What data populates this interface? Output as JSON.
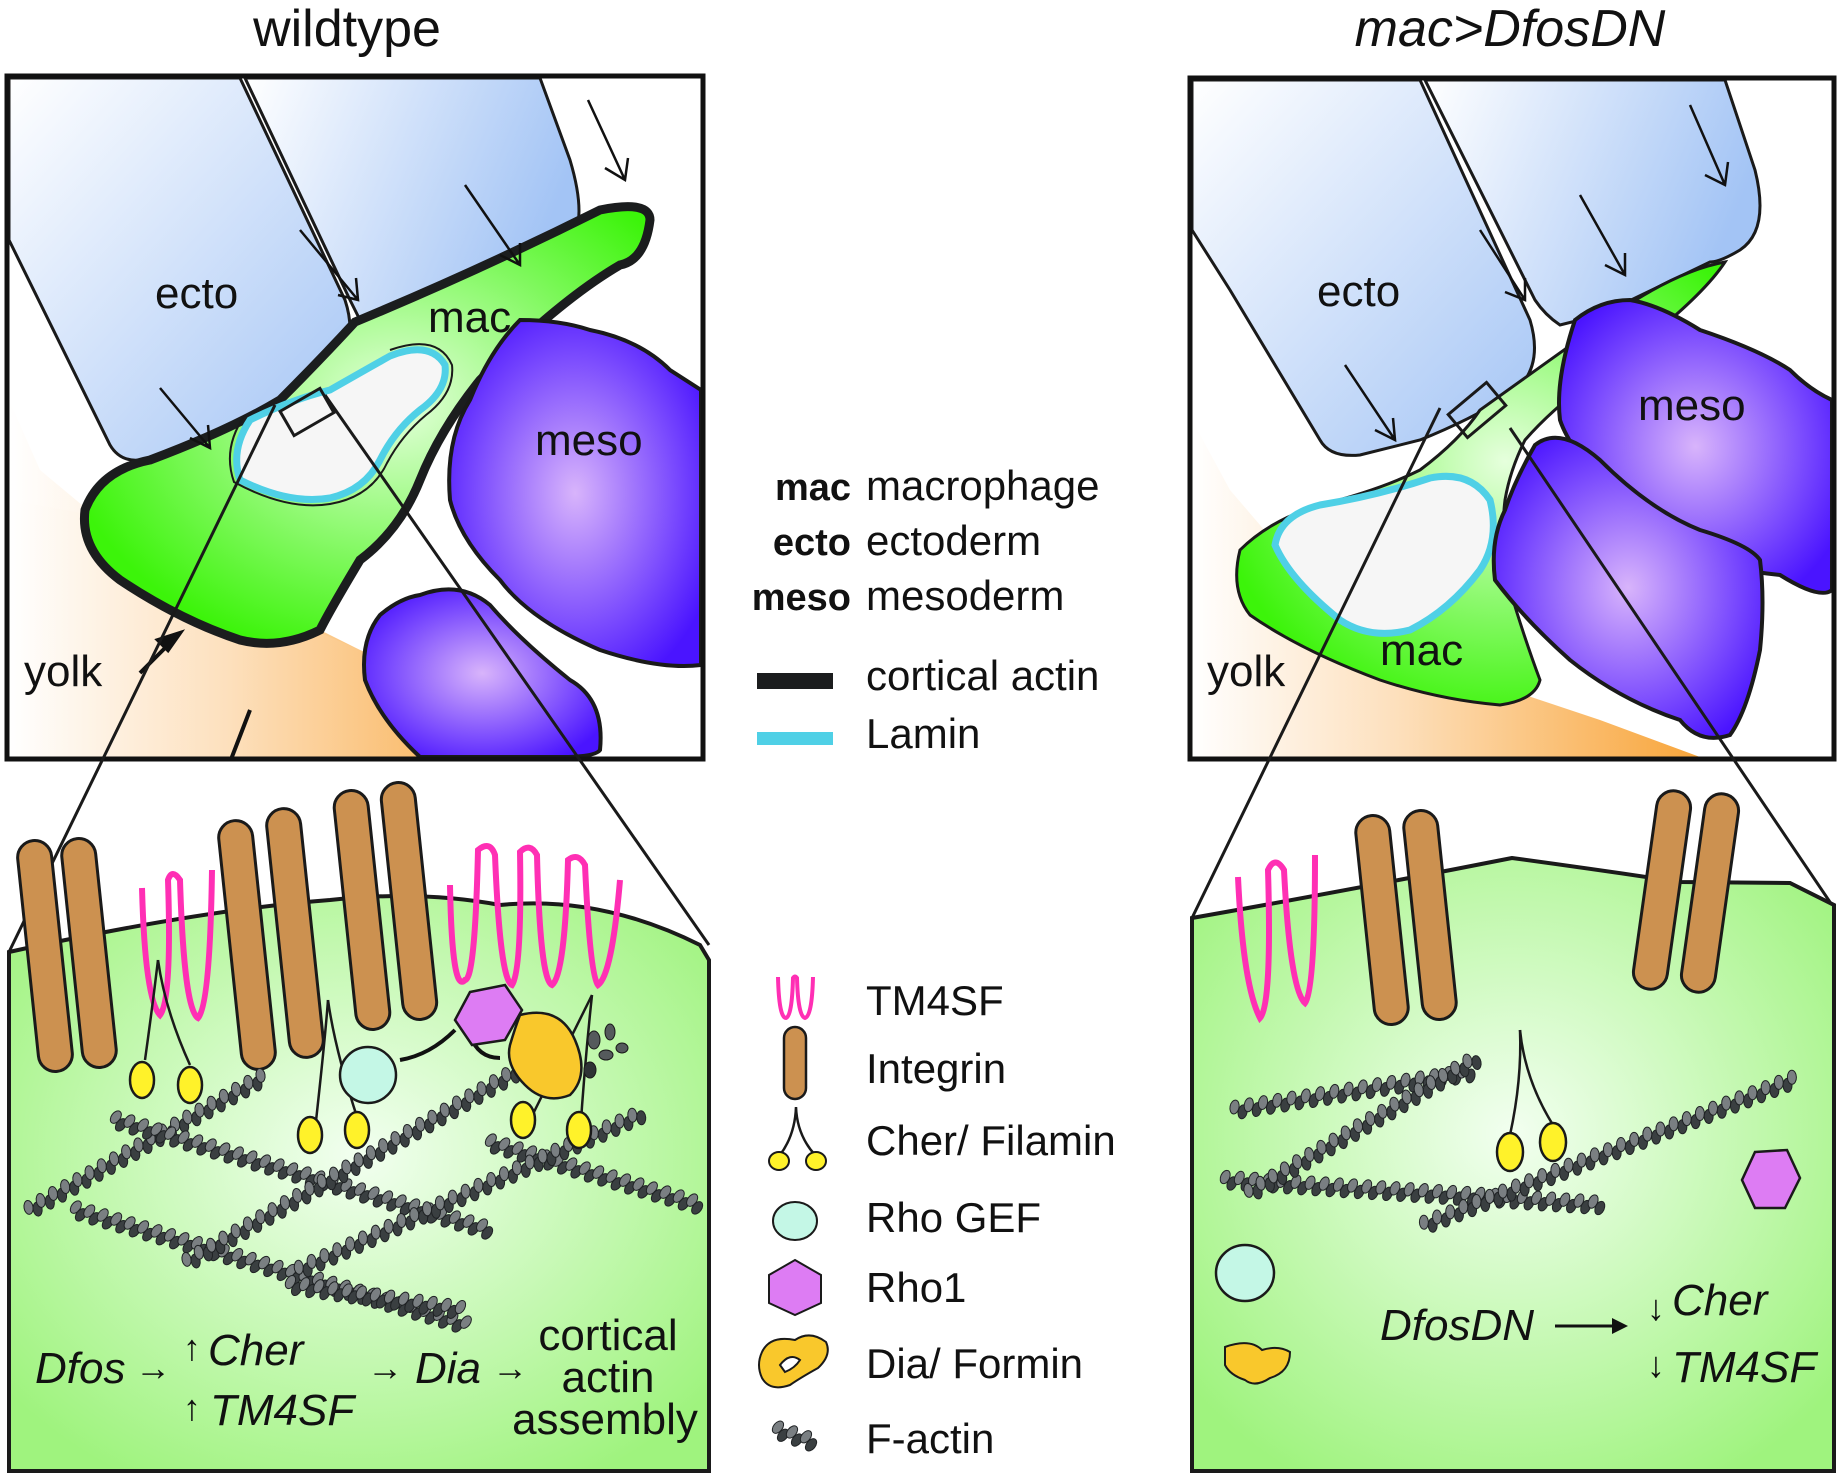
{
  "panels": {
    "wildtype": {
      "title": "wildtype",
      "labels": {
        "ecto": "ecto",
        "mac": "mac",
        "meso": "meso",
        "yolk": "yolk"
      },
      "pathway": {
        "source": "Dfos",
        "up_arrow": "↑",
        "targets": [
          "Cher",
          "TM4SF"
        ],
        "effector": "Dia",
        "outcome": [
          "cortical",
          "actin",
          "assembly"
        ]
      }
    },
    "mutant": {
      "title": "mac>DfosDN",
      "labels": {
        "ecto": "ecto",
        "mac": "mac",
        "meso": "meso",
        "yolk": "yolk"
      },
      "pathway": {
        "source": "DfosDN",
        "down_arrow": "↓",
        "targets": [
          "Cher",
          "TM4SF"
        ]
      }
    }
  },
  "legend_cells": [
    {
      "abbrev": "mac",
      "meaning": "macrophage"
    },
    {
      "abbrev": "ecto",
      "meaning": "ectoderm"
    },
    {
      "abbrev": "meso",
      "meaning": "mesoderm"
    }
  ],
  "legend_lines": [
    {
      "label": "cortical actin",
      "color": "#1b1d1e"
    },
    {
      "label": "Lamin",
      "color": "#4fd0e6"
    }
  ],
  "legend_molecules": [
    {
      "icon": "tm4sf-icon",
      "label": "TM4SF",
      "color": "#ff2fb4"
    },
    {
      "icon": "integrin-icon",
      "label": "Integrin",
      "color": "#cc9150"
    },
    {
      "icon": "cher-filamin-icon",
      "label": "Cher/ Filamin",
      "color": "#fff22a"
    },
    {
      "icon": "rho-gef-icon",
      "label": "Rho GEF",
      "color": "#c4f7e6"
    },
    {
      "icon": "rho1-icon",
      "label": "Rho1",
      "color": "#dd7cf3"
    },
    {
      "icon": "dia-formin-icon",
      "label": "Dia/ Formin",
      "color": "#f9c82c"
    },
    {
      "icon": "f-actin-icon",
      "label": "F-actin",
      "color": "#555a5c"
    }
  ],
  "colors": {
    "ectoderm": "#a9c9f6",
    "macrophage": "#43f50e",
    "mesoderm": "#5b1cff",
    "yolk": "#f8a93c",
    "cytoplasm": "#a6f58a",
    "nucleus": "#f6f6f6"
  }
}
